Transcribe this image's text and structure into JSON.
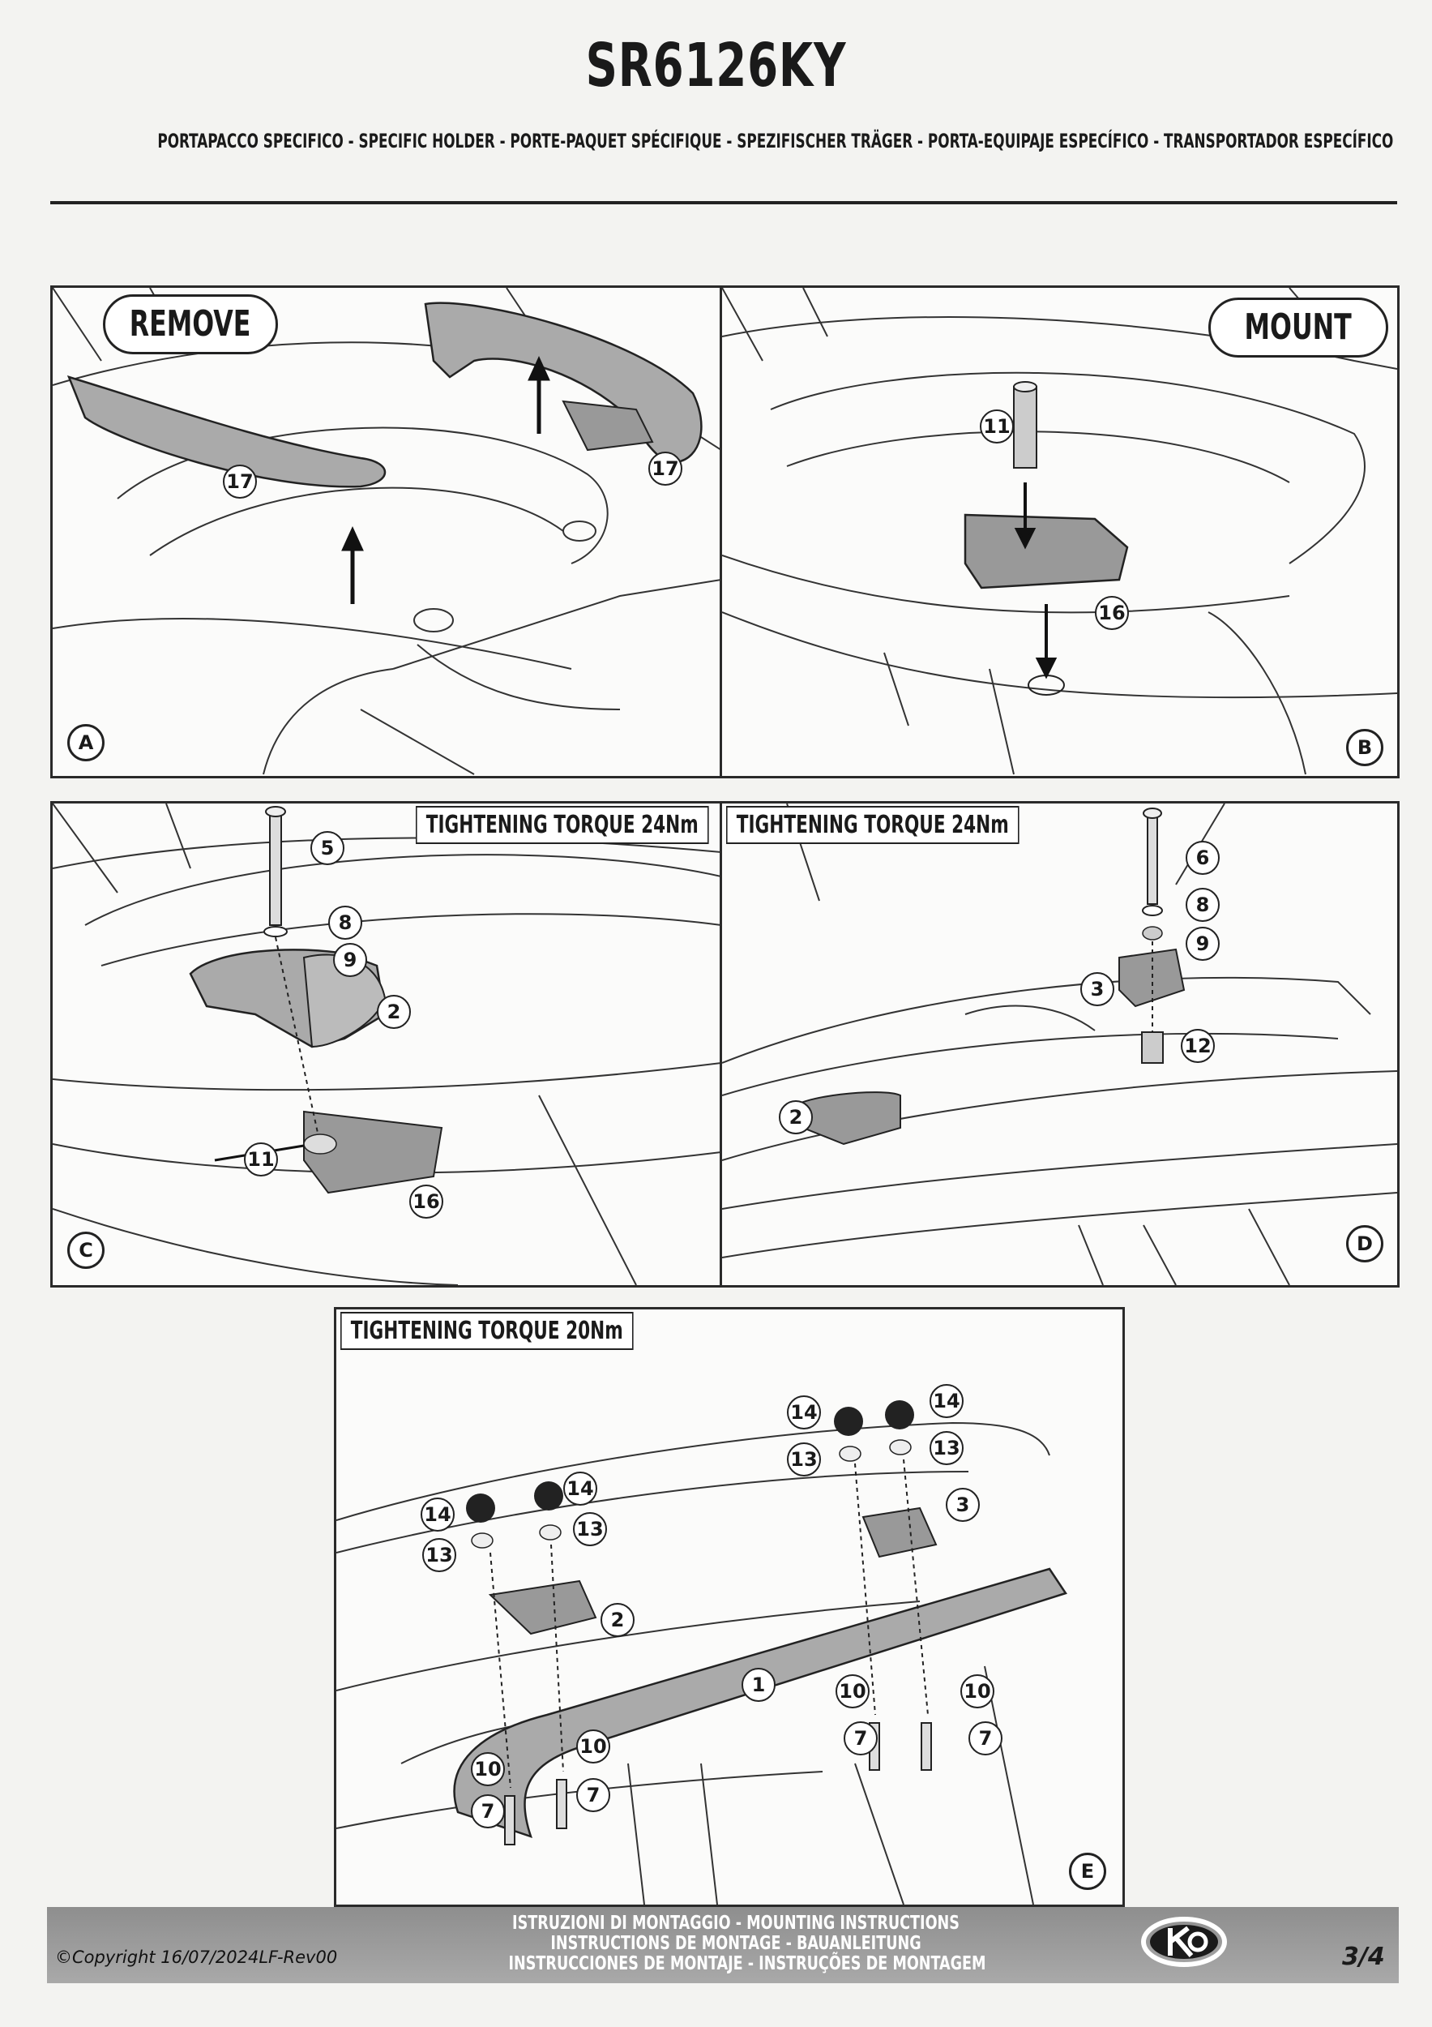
{
  "header": {
    "title": "SR6126KY",
    "subtitle": "PORTAPACCO SPECIFICO - SPECIFIC HOLDER - PORTE-PAQUET SPÉCIFIQUE - SPEZIFISCHER TRÄGER - PORTA-EQUIPAJE ESPECÍFICO - TRANSPORTADOR ESPECÍFICO"
  },
  "panels": {
    "a": {
      "letter": "A",
      "action": "REMOVE",
      "parts": [
        "17",
        "17"
      ]
    },
    "b": {
      "letter": "B",
      "action": "MOUNT",
      "parts": [
        "11",
        "16"
      ]
    },
    "c": {
      "letter": "C",
      "torque": "TIGHTENING TORQUE 24Nm",
      "parts": [
        "5",
        "8",
        "9",
        "2",
        "11",
        "16"
      ]
    },
    "d": {
      "letter": "D",
      "torque": "TIGHTENING TORQUE 24Nm",
      "parts": [
        "6",
        "8",
        "9",
        "3",
        "12",
        "2"
      ]
    },
    "e": {
      "letter": "E",
      "torque": "TIGHTENING TORQUE 20Nm",
      "parts": [
        "14",
        "14",
        "14",
        "14",
        "13",
        "13",
        "13",
        "13",
        "3",
        "2",
        "1",
        "10",
        "10",
        "10",
        "10",
        "7",
        "7",
        "7",
        "7"
      ]
    }
  },
  "footer": {
    "copyright": "©Copyright 16/07/2024LF-Rev00",
    "instructions": [
      "ISTRUZIONI DI MONTAGGIO - MOUNTING INSTRUCTIONS",
      "INSTRUCTIONS DE MONTAGE - BAUANLEITUNG",
      "INSTRUCCIONES DE MONTAJE - INSTRUÇÕES DE MONTAGEM"
    ],
    "page": "3/4",
    "logo": "kappa-logo"
  }
}
